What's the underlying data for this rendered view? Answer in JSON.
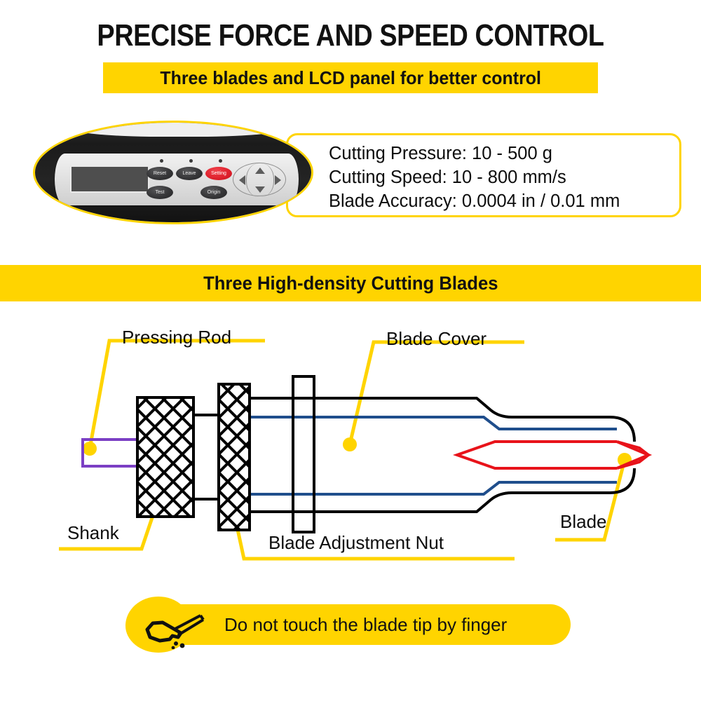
{
  "header": {
    "title": "PRECISE FORCE AND SPEED CONTROL",
    "subtitle": "Three blades and LCD panel for better control",
    "subtitle_bg": "#FFD400"
  },
  "specs": {
    "lines": [
      "Cutting Pressure: 10 - 500 g",
      "Cutting Speed: 10 - 800 mm/s",
      "Blade Accuracy: 0.0004 in / 0.01 mm"
    ],
    "border_color": "#FFD400"
  },
  "control_panel": {
    "buttons": [
      {
        "label": "Reset",
        "color": "dark"
      },
      {
        "label": "Leave",
        "color": "dark"
      },
      {
        "label": "Setting",
        "color": "red"
      },
      {
        "label": "Test",
        "color": "dark"
      },
      {
        "label": "Origin",
        "color": "dark"
      }
    ],
    "red_button_color": "#E0222E",
    "dpad_directions": [
      "up",
      "down",
      "left",
      "right"
    ],
    "led_count": 3
  },
  "section": {
    "band_title": "Three High-density Cutting Blades",
    "band_bg": "#FFD400"
  },
  "diagram": {
    "labels": [
      {
        "id": "pressing-rod",
        "text": "Pressing Rod"
      },
      {
        "id": "blade-cover",
        "text": "Blade Cover"
      },
      {
        "id": "shank",
        "text": "Shank"
      },
      {
        "id": "blade-adjustment-nut",
        "text": "Blade Adjustment Nut"
      },
      {
        "id": "blade",
        "text": "Blade"
      }
    ],
    "colors": {
      "leader": "#FFD400",
      "outline": "#000000",
      "inner_sleeve": "#1F4E8C",
      "blade": "#E8131A",
      "pressing_rod": "#7B3FC4"
    }
  },
  "warning": {
    "text": "Do not touch the blade tip by finger",
    "icon": "hand-pricked-by-blade-icon",
    "bg": "#FFD400"
  }
}
